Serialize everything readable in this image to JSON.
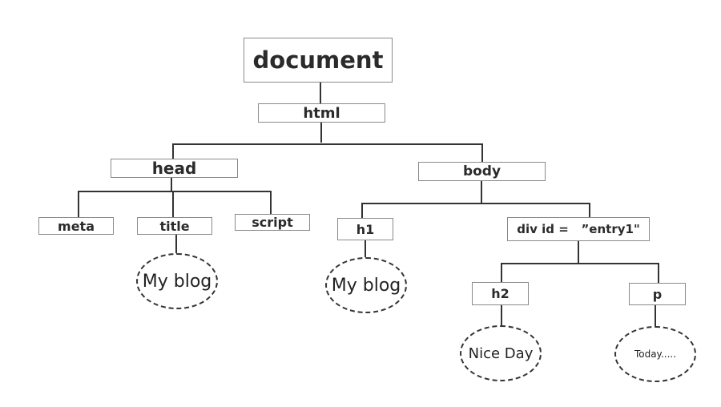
{
  "nodes": {
    "document": "document",
    "html": "html",
    "head": "head",
    "body": "body",
    "meta": "meta",
    "title": "title",
    "script": "script",
    "h1": "h1",
    "div": "div id =   ”entry1\"",
    "h2": "h2",
    "p": "p"
  },
  "text_nodes": {
    "title_text": "My blog",
    "h1_text": "My blog",
    "h2_text": "Nice Day",
    "p_text": "Today....."
  }
}
